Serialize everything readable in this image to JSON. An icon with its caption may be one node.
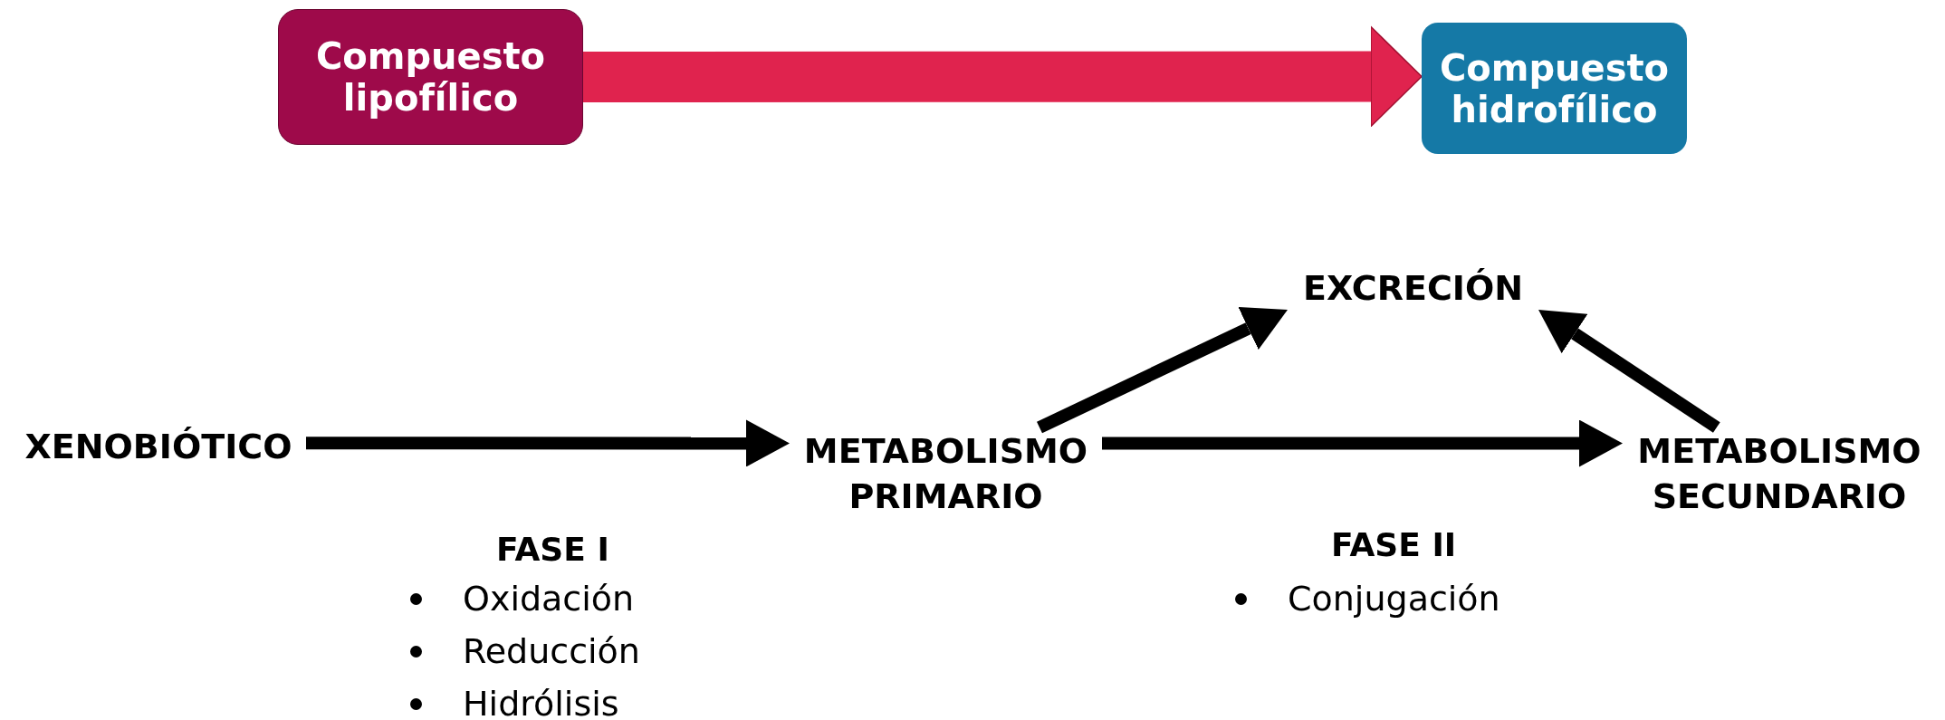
{
  "diagram": {
    "nodes": [
      {
        "text": [
          "Compuesto lipofílico"
        ]
      },
      {
        "text": [
          "Compuesto hidrofílico"
        ]
      },
      {
        "text": [
          "XENOBIÓTICO"
        ]
      },
      {
        "text": [
          "METABOLISMO PRIMARIO"
        ]
      },
      {
        "text": [
          "EXCRECIÓN"
        ]
      },
      {
        "text": [
          "METABOLISMO SECUNDARIO"
        ]
      }
    ],
    "edges": [
      {
        "from": 0,
        "to": 1,
        "arrow": "to",
        "style": "thick",
        "color": "#e0234e"
      },
      {
        "from": 2,
        "to": 3,
        "arrow": "to"
      },
      {
        "from": 3,
        "to": 4,
        "arrow": "to"
      },
      {
        "from": 3,
        "to": 5,
        "arrow": "to"
      },
      {
        "from": 5,
        "to": 4,
        "arrow": "to"
      }
    ],
    "labels": [
      "FASE I",
      "Oxidación",
      "Reducción",
      "Hidrólisis",
      "FASE II",
      "Conjugación"
    ]
  }
}
